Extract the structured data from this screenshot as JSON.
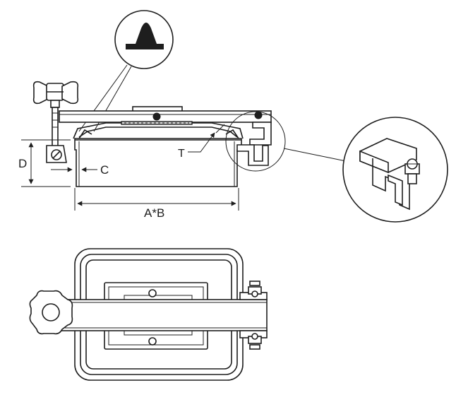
{
  "labels": {
    "d": "D",
    "c": "C",
    "t": "T",
    "ab": "A*B"
  },
  "colors": {
    "line": "#1e1e1e",
    "background": "#ffffff",
    "shade": "#d9d9d9"
  }
}
